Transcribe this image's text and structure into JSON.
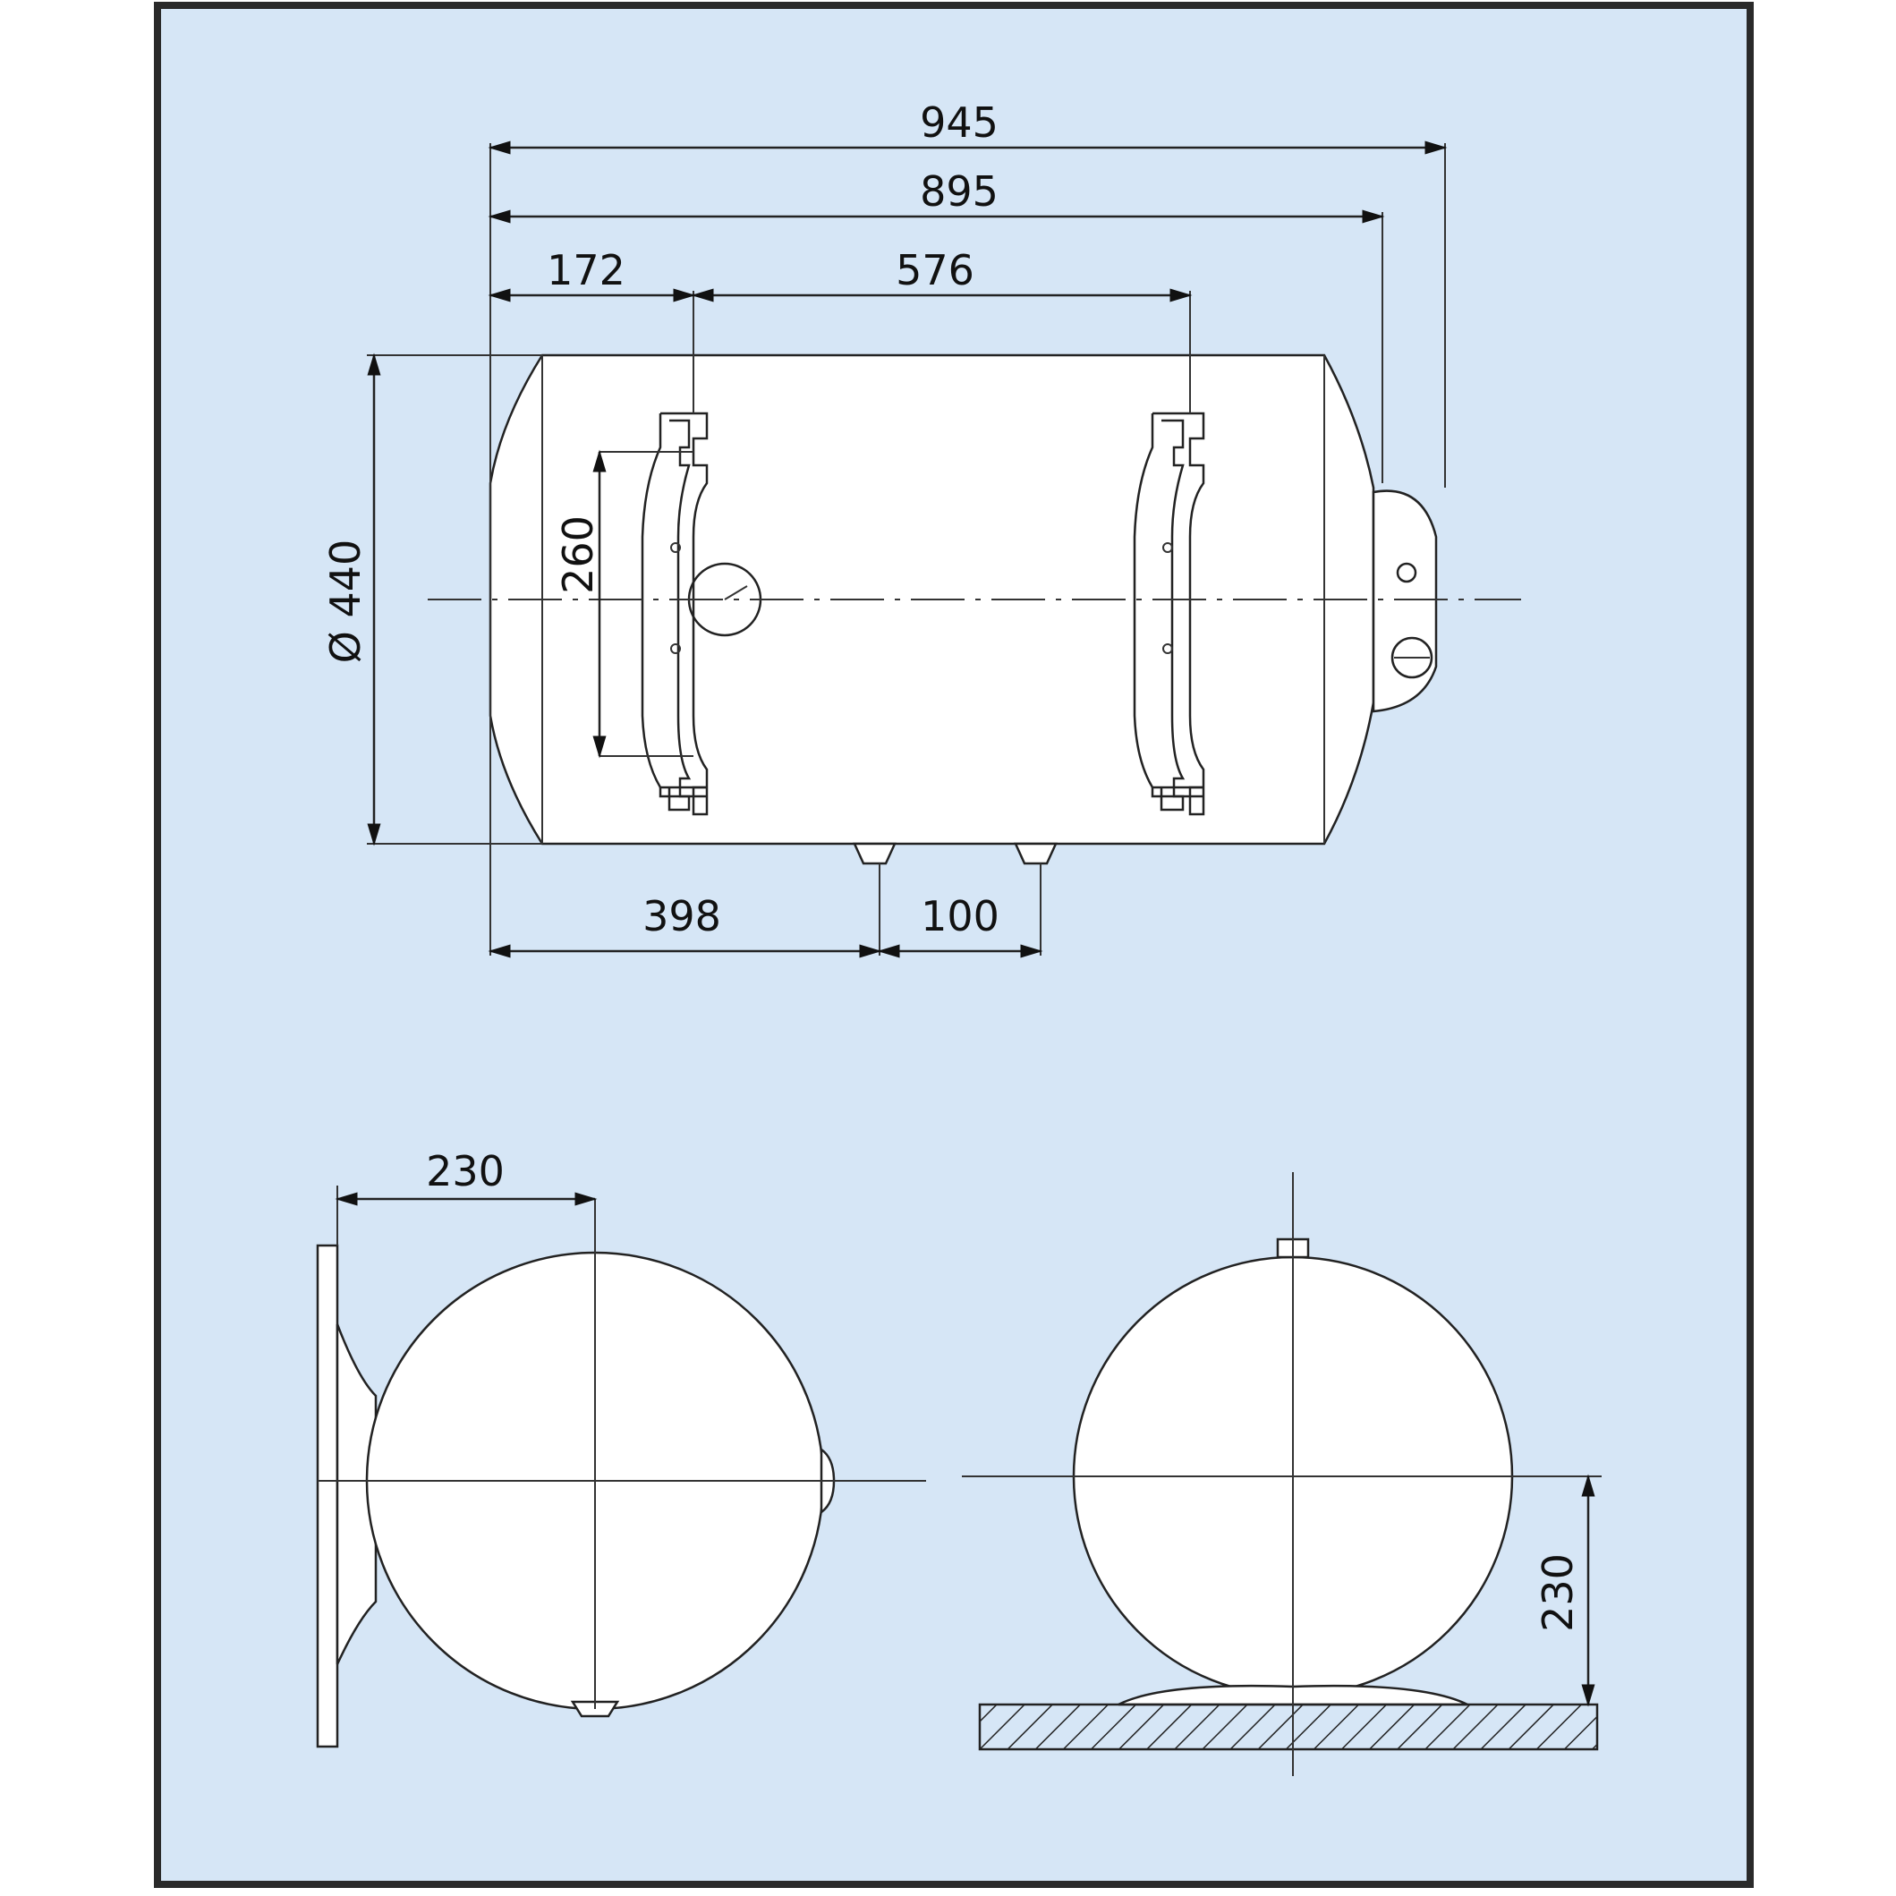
{
  "colors": {
    "background": "#d6e6f6",
    "frame": "#2a2a2a",
    "body": "#ffffff",
    "line": "#222222"
  },
  "dimensions": {
    "overall_length": "945",
    "tank_length": "895",
    "bracket_offset": "172",
    "bracket_spacing": "576",
    "bracket_slot_height": "260",
    "diameter": "Ø 440",
    "pipe_offset": "398",
    "pipe_spacing": "100",
    "wall_offset": "230",
    "floor_height": "230"
  }
}
